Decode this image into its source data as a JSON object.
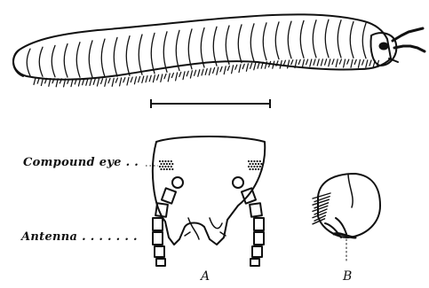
{
  "figure": {
    "labels": {
      "compound_eye": "Compound eye . .",
      "antenna": "Antenna . . . . . . ."
    },
    "panels": {
      "a": "A",
      "b": "B"
    }
  }
}
